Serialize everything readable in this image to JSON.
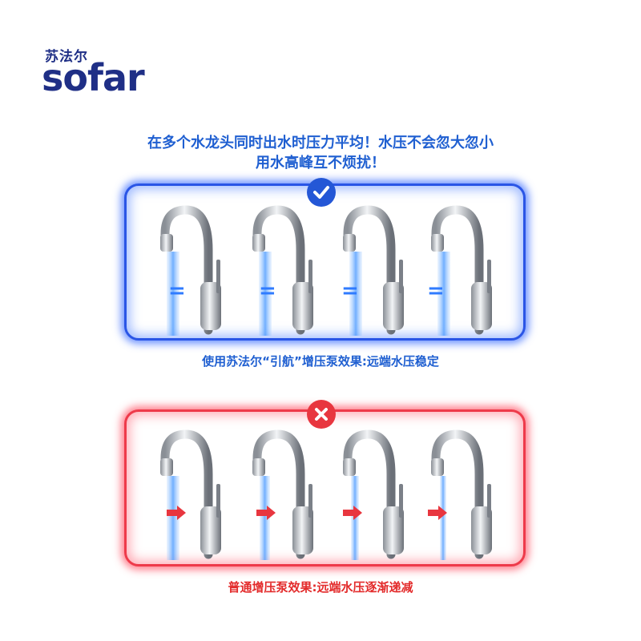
{
  "brand": {
    "cn": "苏法尔",
    "en": "sofar"
  },
  "headline": {
    "line1": "在多个水龙头同时出水时压力平均！水压不会忽大忽小",
    "line2": "用水高峰互不烦扰！"
  },
  "good_panel": {
    "badge_icon": "check-icon",
    "marker": "=",
    "caption": "使用苏法尔“引航”增压泵效果:远端水压稳定",
    "accent": "#2457d6"
  },
  "bad_panel": {
    "badge_icon": "close-icon",
    "marker_icon": "arrow-right-icon",
    "caption": "普通增压泵效果:远端水压逐渐递减",
    "accent": "#e8363f"
  }
}
